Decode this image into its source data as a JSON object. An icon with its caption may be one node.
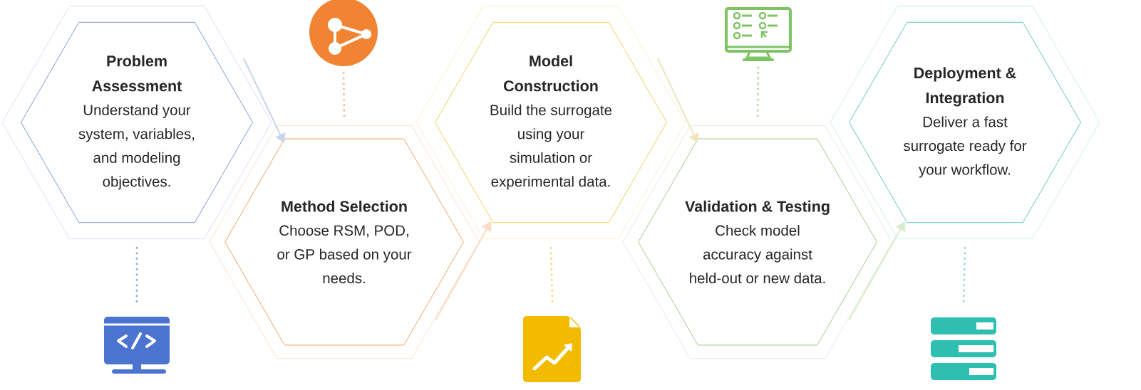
{
  "diagram": {
    "nodes": [
      {
        "text": [
          "Problem Assessment",
          "Understand your system, variables, and modeling objectives."
        ]
      },
      {
        "text": [
          "Method Selection",
          "Choose RSM, POD, or GP based on your needs."
        ]
      },
      {
        "text": [
          "Model Construction",
          "Build the surrogate using your simulation or experimental data."
        ]
      },
      {
        "text": [
          "Validation & Testing",
          "Check model accuracy against held-out or new data."
        ]
      },
      {
        "text": [
          "Deployment & Integration",
          "Deliver a fast surrogate ready for your workflow."
        ]
      },
      {
        "text": [],
        "shape": "monitor"
      },
      {
        "text": [],
        "shape": "circle"
      },
      {
        "text": [],
        "shape": "document"
      },
      {
        "text": [],
        "shape": "monitor"
      },
      {
        "text": [],
        "shape": "server"
      }
    ],
    "edges": [
      {
        "from": 0,
        "to": 1,
        "arrow": "to",
        "color": "#c9d5ee"
      },
      {
        "from": 1,
        "to": 2,
        "arrow": "to",
        "color": "#f8dcc6"
      },
      {
        "from": 2,
        "to": 3,
        "arrow": "to",
        "color": "#efe6bd"
      },
      {
        "from": 3,
        "to": 4,
        "arrow": "to",
        "color": "#d8ecce"
      },
      {
        "from": 0,
        "to": 5,
        "arrow": "none",
        "style": "dashed",
        "color": "#8fa9d6"
      },
      {
        "from": 1,
        "to": 6,
        "arrow": "none",
        "style": "dashed",
        "color": "#efb98f"
      },
      {
        "from": 2,
        "to": 7,
        "arrow": "none",
        "style": "dashed",
        "color": "#f3d97a"
      },
      {
        "from": 3,
        "to": 8,
        "arrow": "none",
        "style": "dashed",
        "color": "#a9d899"
      },
      {
        "from": 4,
        "to": 9,
        "arrow": "none",
        "style": "dashed",
        "color": "#8fd6d0"
      }
    ]
  }
}
